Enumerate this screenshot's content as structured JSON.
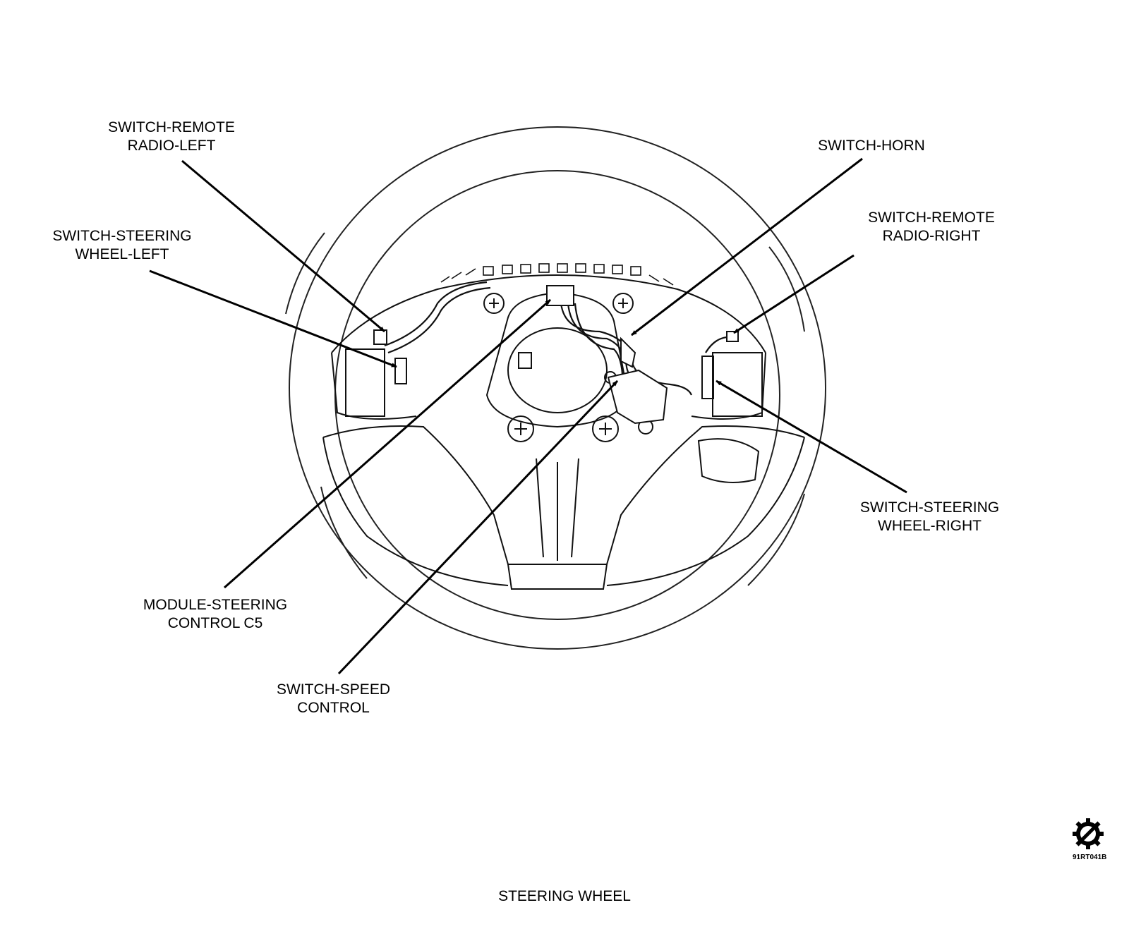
{
  "diagram": {
    "caption": "STEERING WHEEL",
    "figure_code": "91RT041B",
    "labels": {
      "remote_radio_left": {
        "line1": "SWITCH-REMOTE",
        "line2": "RADIO-LEFT"
      },
      "steering_wheel_left": {
        "line1": "SWITCH-STEERING",
        "line2": "WHEEL-LEFT"
      },
      "horn": {
        "line1": "SWITCH-HORN"
      },
      "remote_radio_right": {
        "line1": "SWITCH-REMOTE",
        "line2": "RADIO-RIGHT"
      },
      "steering_wheel_right": {
        "line1": "SWITCH-STEERING",
        "line2": "WHEEL-RIGHT"
      },
      "steering_control_module": {
        "line1": "MODULE-STEERING",
        "line2": "CONTROL C5"
      },
      "speed_control": {
        "line1": "SWITCH-SPEED",
        "line2": "CONTROL"
      }
    },
    "icons": {
      "logo": "gear-slash-icon"
    },
    "colors": {
      "ink": "#000000",
      "background": "#ffffff"
    }
  }
}
